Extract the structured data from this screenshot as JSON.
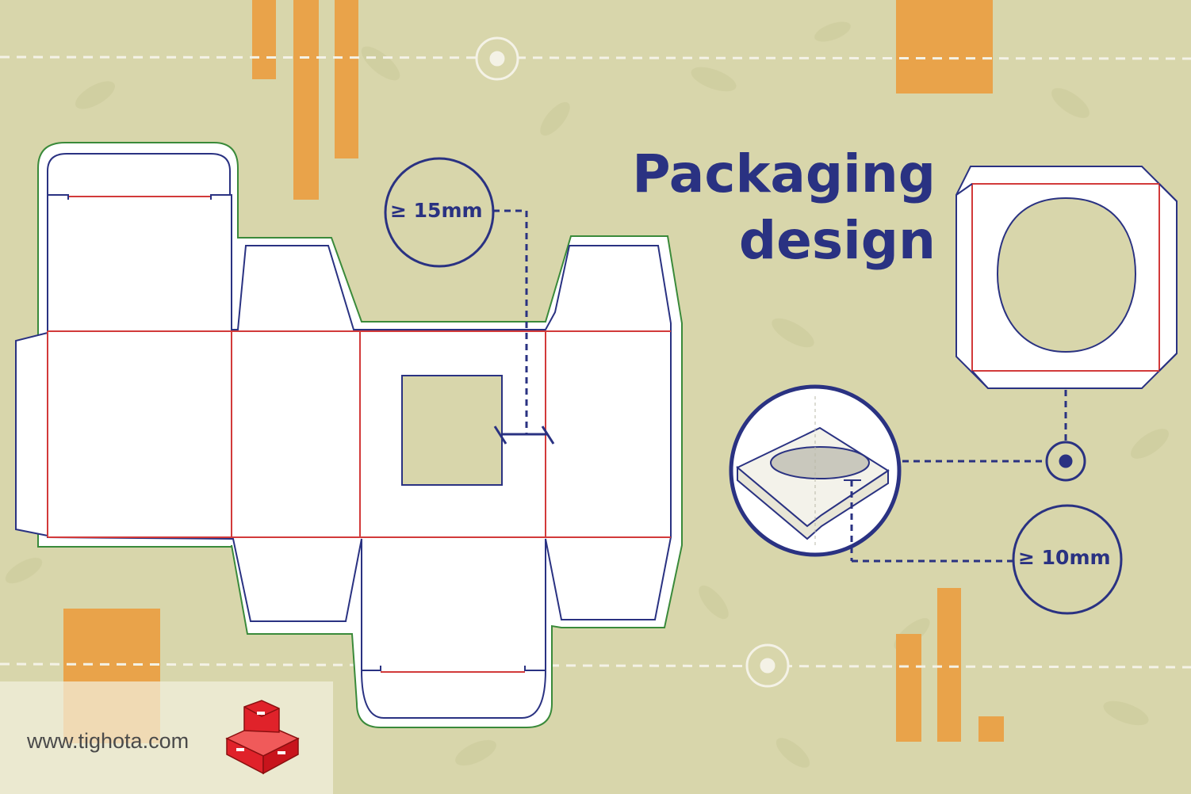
{
  "title": {
    "line1": "Packaging",
    "line2": "design"
  },
  "measurements": {
    "min_top": "≥ 15mm",
    "min_bottom": "≥ 10mm"
  },
  "watermark": {
    "url": "www.tighota.com"
  },
  "colors": {
    "background": "#d8d6ab",
    "accent_orange": "#e9a34a",
    "outline_navy": "#2a3282",
    "fold_red": "#d23a3a",
    "bleed_green": "#3a8a3a",
    "logo_red": "#e0222a"
  }
}
